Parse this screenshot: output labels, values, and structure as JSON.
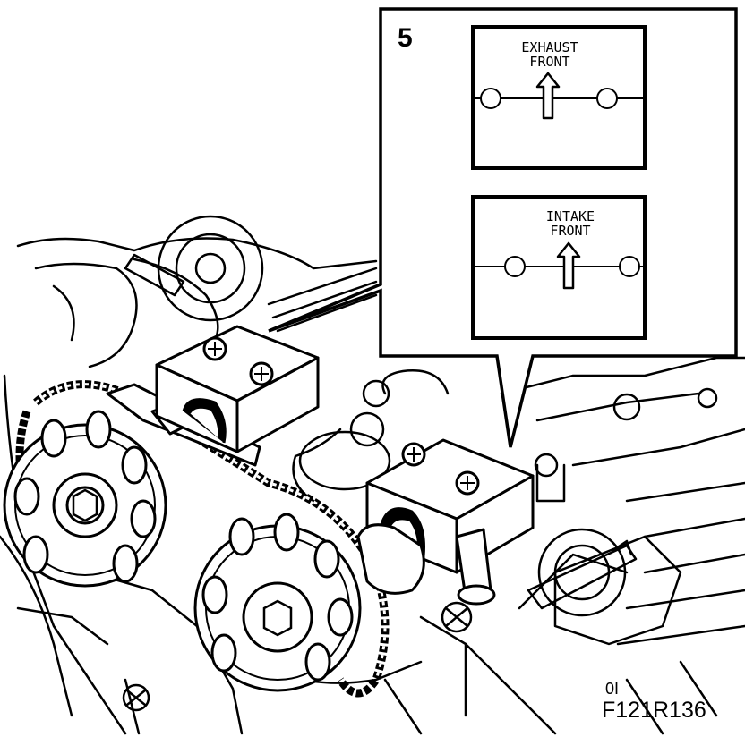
{
  "figure": {
    "step_number": "5",
    "figure_code": "F121R136",
    "part_stamp": "0I"
  },
  "inset": {
    "exhaust_tool": {
      "line1": "EXHAUST",
      "line2": "FRONT",
      "arrow": "up-arrow-icon"
    },
    "intake_tool": {
      "line1": "INTAKE",
      "line2": "FRONT",
      "arrow": "up-arrow-icon"
    }
  },
  "colors": {
    "ink": "#000000",
    "paper": "#ffffff"
  }
}
